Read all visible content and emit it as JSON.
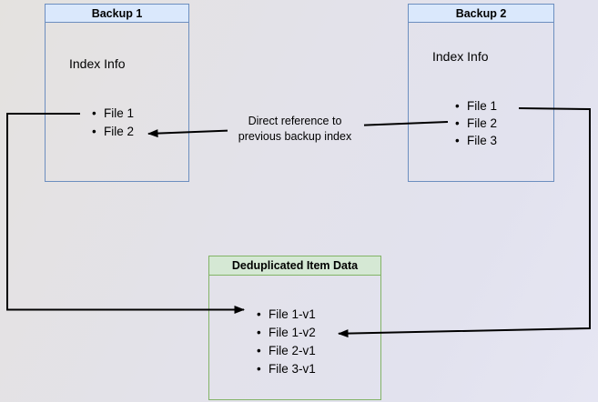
{
  "diagram": {
    "backup1": {
      "title": "Backup 1",
      "subtitle": "Index Info",
      "items": [
        "File 1",
        "File 2"
      ],
      "header_bg": "#dae8fc",
      "border": "#6c8ebf"
    },
    "backup2": {
      "title": "Backup 2",
      "subtitle": "Index Info",
      "items": [
        "File 1",
        "File 2",
        "File 3"
      ],
      "header_bg": "#dae8fc",
      "border": "#6c8ebf"
    },
    "dedup": {
      "title": "Deduplicated Item Data",
      "items": [
        "File 1-v1",
        "File 1-v2",
        "File 2-v1",
        "File 3-v1"
      ],
      "header_bg": "#d5e8d4",
      "border": "#82b366"
    },
    "annotation": {
      "line1": "Direct reference to",
      "line2": "previous backup index"
    },
    "edges": [
      {
        "from": "Backup 2 / File 2",
        "to": "Backup 1 / File 2",
        "label": "Direct reference to previous backup index"
      },
      {
        "from": "Backup 1 / File 1",
        "to": "Deduplicated Item Data / File 1-v1"
      },
      {
        "from": "Backup 2 / File 1",
        "to": "Deduplicated Item Data / File 1-v2"
      }
    ],
    "arrow_color": "#000000"
  }
}
